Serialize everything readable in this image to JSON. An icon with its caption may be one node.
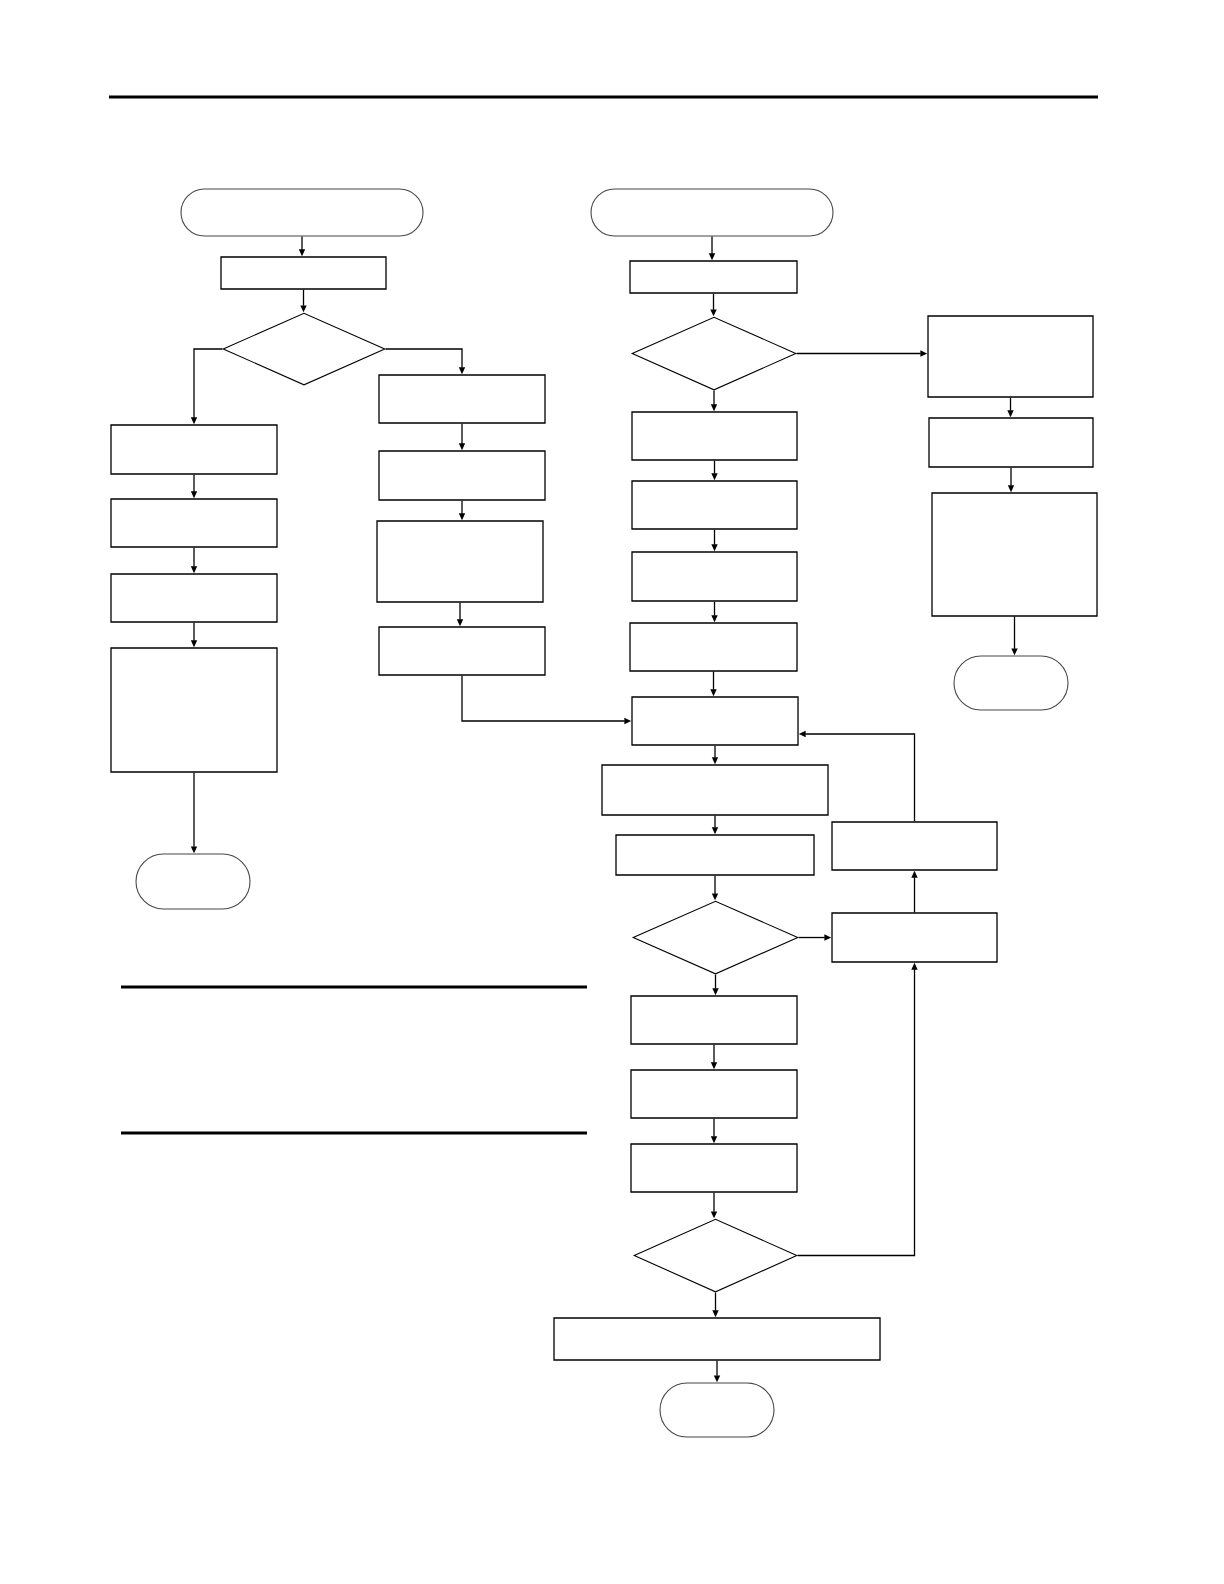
{
  "diagram": {
    "nodes": [
      {
        "text": [],
        "shape": "oval"
      },
      {
        "text": [],
        "shape": "box"
      },
      {
        "text": [],
        "shape": "diamond"
      },
      {
        "text": [],
        "shape": "box"
      },
      {
        "text": [],
        "shape": "box"
      },
      {
        "text": [],
        "shape": "box"
      },
      {
        "text": [],
        "shape": "box"
      },
      {
        "text": [],
        "shape": "oval"
      },
      {
        "text": [],
        "shape": "box"
      },
      {
        "text": [],
        "shape": "box"
      },
      {
        "text": [],
        "shape": "box"
      },
      {
        "text": [],
        "shape": "box"
      },
      {
        "text": [],
        "shape": "oval"
      },
      {
        "text": [],
        "shape": "box"
      },
      {
        "text": [],
        "shape": "diamond"
      },
      {
        "text": [],
        "shape": "box"
      },
      {
        "text": [],
        "shape": "box"
      },
      {
        "text": [],
        "shape": "box"
      },
      {
        "text": [],
        "shape": "oval"
      },
      {
        "text": [],
        "shape": "box"
      },
      {
        "text": [],
        "shape": "box"
      },
      {
        "text": [],
        "shape": "box"
      },
      {
        "text": [],
        "shape": "box"
      },
      {
        "text": [],
        "shape": "box"
      },
      {
        "text": [],
        "shape": "box"
      },
      {
        "text": [],
        "shape": "box"
      },
      {
        "text": [],
        "shape": "diamond"
      },
      {
        "text": [],
        "shape": "box"
      },
      {
        "text": [],
        "shape": "box"
      },
      {
        "text": [],
        "shape": "box"
      },
      {
        "text": [],
        "shape": "box"
      },
      {
        "text": [],
        "shape": "box"
      },
      {
        "text": [],
        "shape": "diamond"
      },
      {
        "text": [],
        "shape": "box"
      },
      {
        "text": [],
        "shape": "oval"
      }
    ],
    "edges": [
      {
        "from": 0,
        "to": 1,
        "arrow": "to"
      },
      {
        "from": 1,
        "to": 2,
        "arrow": "to"
      },
      {
        "from": 2,
        "to": 3,
        "arrow": "to"
      },
      {
        "from": 3,
        "to": 4,
        "arrow": "to"
      },
      {
        "from": 4,
        "to": 5,
        "arrow": "to"
      },
      {
        "from": 5,
        "to": 6,
        "arrow": "to"
      },
      {
        "from": 6,
        "to": 7,
        "arrow": "to"
      },
      {
        "from": 2,
        "to": 8,
        "arrow": "to"
      },
      {
        "from": 8,
        "to": 9,
        "arrow": "to"
      },
      {
        "from": 9,
        "to": 10,
        "arrow": "to"
      },
      {
        "from": 10,
        "to": 11,
        "arrow": "to"
      },
      {
        "from": 11,
        "to": 23,
        "arrow": "to"
      },
      {
        "from": 12,
        "to": 13,
        "arrow": "to"
      },
      {
        "from": 13,
        "to": 14,
        "arrow": "to"
      },
      {
        "from": 14,
        "to": 15,
        "arrow": "to"
      },
      {
        "from": 15,
        "to": 16,
        "arrow": "to"
      },
      {
        "from": 16,
        "to": 17,
        "arrow": "to"
      },
      {
        "from": 17,
        "to": 18,
        "arrow": "to"
      },
      {
        "from": 14,
        "to": 19,
        "arrow": "to"
      },
      {
        "from": 19,
        "to": 20,
        "arrow": "to"
      },
      {
        "from": 20,
        "to": 21,
        "arrow": "to"
      },
      {
        "from": 21,
        "to": 22,
        "arrow": "to"
      },
      {
        "from": 22,
        "to": 23,
        "arrow": "to"
      },
      {
        "from": 23,
        "to": 24,
        "arrow": "to"
      },
      {
        "from": 24,
        "to": 25,
        "arrow": "to"
      },
      {
        "from": 25,
        "to": 26,
        "arrow": "to"
      },
      {
        "from": 26,
        "to": 27,
        "arrow": "to"
      },
      {
        "from": 27,
        "to": 28,
        "arrow": "to"
      },
      {
        "from": 28,
        "to": 23,
        "arrow": "to"
      },
      {
        "from": 26,
        "to": 29,
        "arrow": "to"
      },
      {
        "from": 29,
        "to": 30,
        "arrow": "to"
      },
      {
        "from": 30,
        "to": 31,
        "arrow": "to"
      },
      {
        "from": 31,
        "to": 32,
        "arrow": "to"
      },
      {
        "from": 32,
        "to": 27,
        "arrow": "to"
      },
      {
        "from": 32,
        "to": 33,
        "arrow": "to"
      },
      {
        "from": 33,
        "to": 34,
        "arrow": "to"
      }
    ]
  }
}
